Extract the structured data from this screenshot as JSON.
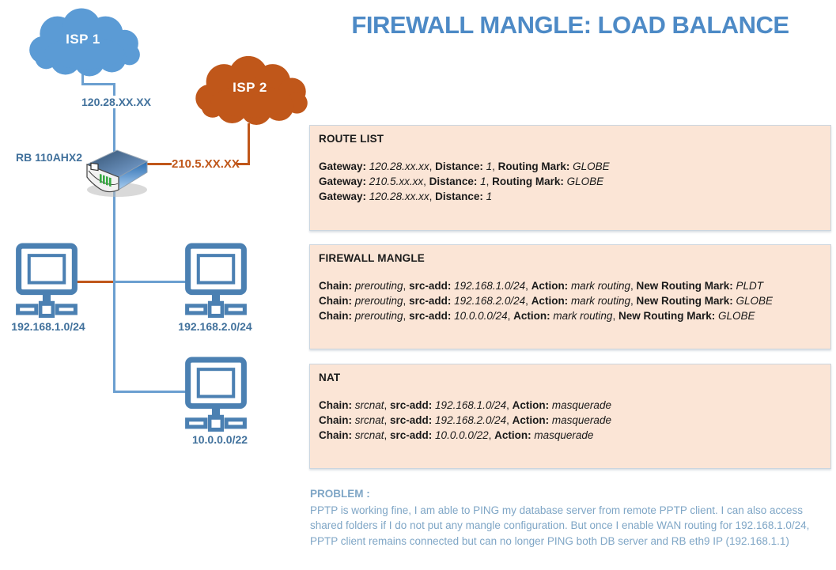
{
  "title": "FIREWALL MANGLE: LOAD BALANCE",
  "colors": {
    "title_text": "#4d8ac6",
    "isp1_cloud": "#5b9bd5",
    "isp2_cloud": "#c0571a",
    "blue_link": "#6b9fd0",
    "orange_link": "#c0571a",
    "node_label_text": "#41719c",
    "box_background": "#fbe5d6",
    "box_border": "#ccd6df",
    "problem_text": "#7fa6c6"
  },
  "diagram": {
    "isp1": {
      "label": "ISP 1",
      "ip_label": "120.28.XX.XX"
    },
    "isp2": {
      "label": "ISP 2",
      "ip_label": "210.5.XX.XX"
    },
    "router": {
      "label": "RB 110AHX2"
    },
    "lans": [
      {
        "label": "192.168.1.0/24"
      },
      {
        "label": "192.168.2.0/24"
      },
      {
        "label": "10.0.0.0/22"
      }
    ]
  },
  "boxes": [
    {
      "title": "ROUTE LIST",
      "rules": [
        [
          [
            "Gateway",
            "120.28.xx.xx"
          ],
          [
            "Distance",
            "1"
          ],
          [
            "Routing Mark",
            "GLOBE"
          ]
        ],
        [
          [
            "Gateway",
            "210.5.xx.xx"
          ],
          [
            "Distance",
            "1"
          ],
          [
            "Routing Mark",
            "GLOBE"
          ]
        ],
        [
          [
            "Gateway",
            "120.28.xx.xx"
          ],
          [
            "Distance",
            "1"
          ]
        ]
      ]
    },
    {
      "title": "FIREWALL MANGLE",
      "rules": [
        [
          [
            "Chain",
            "prerouting"
          ],
          [
            "src-add",
            "192.168.1.0/24"
          ],
          [
            "Action",
            "mark routing"
          ],
          [
            "New Routing Mark",
            "PLDT"
          ]
        ],
        [
          [
            "Chain",
            "prerouting"
          ],
          [
            "src-add",
            "192.168.2.0/24"
          ],
          [
            "Action",
            "mark routing"
          ],
          [
            "New Routing Mark",
            "GLOBE"
          ]
        ],
        [
          [
            "Chain",
            "prerouting"
          ],
          [
            "src-add",
            "10.0.0.0/24"
          ],
          [
            "Action",
            "mark routing"
          ],
          [
            "New Routing Mark",
            "GLOBE"
          ]
        ]
      ]
    },
    {
      "title": "NAT",
      "rules": [
        [
          [
            "Chain",
            "srcnat"
          ],
          [
            "src-add",
            "192.168.1.0/24"
          ],
          [
            "Action",
            "masquerade"
          ]
        ],
        [
          [
            "Chain",
            "srcnat"
          ],
          [
            "src-add",
            "192.168.2.0/24"
          ],
          [
            "Action",
            "masquerade"
          ]
        ],
        [
          [
            "Chain",
            "srcnat"
          ],
          [
            "src-add",
            "10.0.0.0/22"
          ],
          [
            "Action",
            "masquerade"
          ]
        ]
      ]
    }
  ],
  "problem": {
    "title": "PROBLEM :",
    "body": "PPTP is working fine, I am able to PING my database server from remote PPTP client. I can also access shared folders if I do not put any mangle configuration. But once I enable WAN routing for 192.168.1.0/24, PPTP client remains connected but can no longer PING both DB server and RB eth9 IP (192.168.1.1)"
  }
}
